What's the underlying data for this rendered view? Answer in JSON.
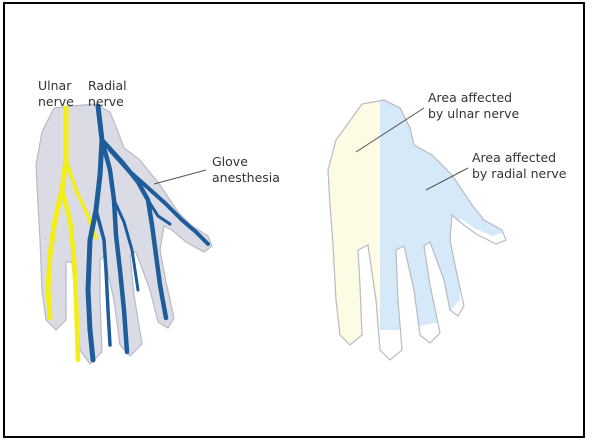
{
  "labels": {
    "ulnar_nerve_line1": "Ulnar",
    "ulnar_nerve_line2": "nerve",
    "radial_nerve_line1": "Radial",
    "radial_nerve_line2": "nerve",
    "glove_line1": "Glove",
    "glove_line2": "anesthesia",
    "ulnar_area_line1": "Area affected",
    "ulnar_area_line2": "by ulnar nerve",
    "radial_area_line1": "Area affected",
    "radial_area_line2": "by radial nerve"
  },
  "colors": {
    "frame_border": "#000000",
    "left_hand_fill": "#dadbe5",
    "hand_outline": "#b8bac6",
    "ulnar_nerve": "#f2ee16",
    "radial_nerve": "#1e5c9a",
    "ulnar_area_fill": "#fdfbe3",
    "radial_area_fill": "#d5e9f8",
    "label_text": "#333333",
    "leader_line": "#555555"
  }
}
